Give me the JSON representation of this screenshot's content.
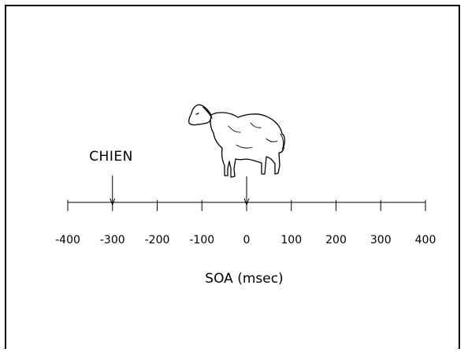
{
  "word_stimulus": "CHIEN",
  "picture_stimulus": "sheep-drawing",
  "axis": {
    "title": "SOA (msec)",
    "tick_labels": [
      "-400",
      "-300",
      "-200",
      "-100",
      "0",
      "100",
      "200",
      "300",
      "400"
    ],
    "tick_values": [
      -400,
      -300,
      -200,
      -100,
      0,
      100,
      200,
      300,
      400
    ],
    "word_onset": -300,
    "picture_onset": 0
  }
}
